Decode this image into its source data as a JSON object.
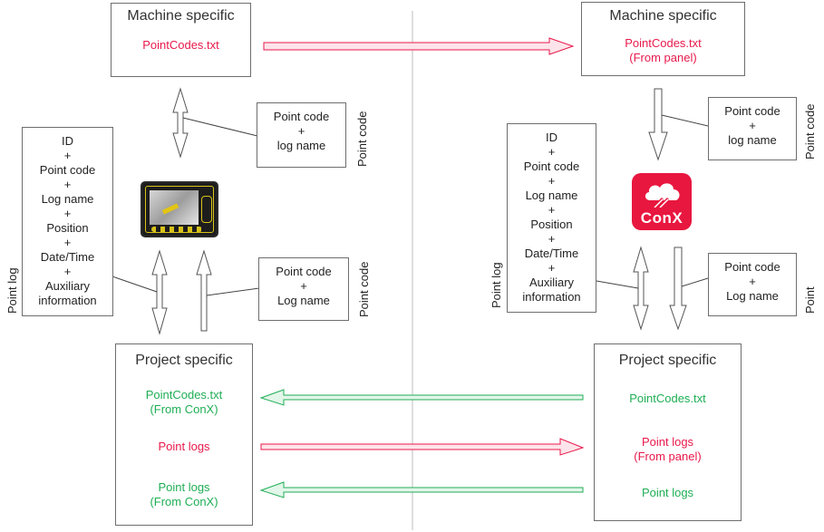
{
  "left": {
    "machine_box": {
      "title": "Machine specific",
      "file": "PointCodes.txt"
    },
    "pointlog_box": {
      "lines": [
        "ID",
        "+",
        "Point code",
        "+",
        "Log name",
        "+",
        "Position",
        "+",
        "Date/Time",
        "+",
        "Auxiliary",
        "information"
      ],
      "side_label": "Point log"
    },
    "pointcode_box_top": {
      "lines": [
        "Point code",
        "+",
        "log name"
      ],
      "side_label": "Point code"
    },
    "pointcode_box_bottom": {
      "lines": [
        "Point code",
        "+",
        "Log name"
      ],
      "side_label": "Point code"
    },
    "device": {
      "name": "control-panel-device-image"
    },
    "project_box": {
      "title": "Project specific",
      "item1": [
        "PointCodes.txt",
        "(From ConX)"
      ],
      "item2": [
        "Point logs"
      ],
      "item3": [
        "Point logs",
        "(From ConX)"
      ]
    }
  },
  "right": {
    "machine_box": {
      "title": "Machine specific",
      "file": [
        "PointCodes.txt",
        "(From panel)"
      ]
    },
    "pointlog_box": {
      "lines": [
        "ID",
        "+",
        "Point code",
        "+",
        "Log name",
        "+",
        "Position",
        "+",
        "Date/Time",
        "+",
        "Auxiliary",
        "information"
      ],
      "side_label": "Point log"
    },
    "pointcode_box_top": {
      "lines": [
        "Point code",
        "+",
        "log name"
      ],
      "side_label": "Point code"
    },
    "pointcode_box_bottom": {
      "lines": [
        "Point code",
        "+",
        "Log name"
      ],
      "side_label": "Point"
    },
    "conx_logo": {
      "label": "ConX"
    },
    "project_box": {
      "title": "Project specific",
      "item1": [
        "PointCodes.txt"
      ],
      "item2": [
        "Point logs",
        "(From panel)"
      ],
      "item3": [
        "Point logs"
      ]
    }
  },
  "colors": {
    "red": "#e8194b",
    "green": "#1fae55",
    "red_fill": "#fde4ea",
    "green_fill": "#e3f6ea",
    "conx": "#e8173f"
  }
}
